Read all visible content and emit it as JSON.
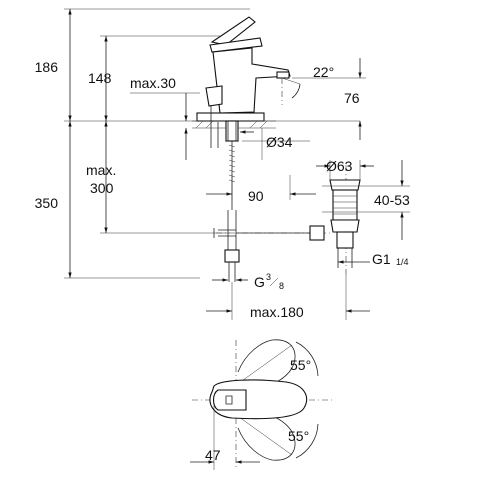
{
  "dimensions": {
    "d186": "186",
    "d148": "148",
    "dmax30": "max.30",
    "d22": "22°",
    "d76": "76",
    "d34": "Ø34",
    "d63": "Ø63",
    "dmax": "max.",
    "d300": "300",
    "d350": "350",
    "d90": "90",
    "d4053": "40-53",
    "dG1": "G1",
    "dG1frac": "1/4",
    "dG": "G",
    "dG3": "3",
    "dG8": "8",
    "dmax180": "max.180",
    "d55a": "55°",
    "d55b": "55°",
    "d47": "47"
  }
}
